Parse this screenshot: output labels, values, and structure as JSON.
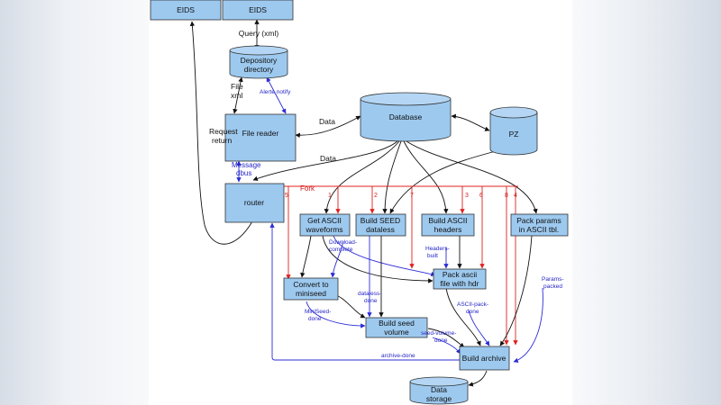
{
  "nodes": {
    "eids1": "EIDS",
    "eids2": "EIDS",
    "depository": [
      "Depository",
      "directory"
    ],
    "file_reader": "File reader",
    "database": "Database",
    "pz": "PZ",
    "router": "router",
    "get_ascii": [
      "Get ASCII",
      "waveforms"
    ],
    "build_seed_dataless": [
      "Build SEED",
      "dataless"
    ],
    "build_ascii_headers": [
      "Build ASCII",
      "headers"
    ],
    "pack_params": [
      "Pack params",
      "in ASCII tbl."
    ],
    "pack_ascii": [
      "Pack ascii",
      "file with hdr"
    ],
    "convert_miniseed": [
      "Convert to",
      "miniseed"
    ],
    "build_seed_volume": [
      "Build seed",
      "volume"
    ],
    "build_archive": "Build archive",
    "data_storage": [
      "Data",
      "storage"
    ]
  },
  "edge_labels": {
    "query": "Query (xml)",
    "file_xml": [
      "File",
      "xml"
    ],
    "alerte_notify": "Alerte notify",
    "data_top": "Data",
    "data_mid": "Data",
    "request_return": [
      "Request",
      "return"
    ],
    "message_dbus": [
      "Message",
      "dbus"
    ],
    "fork": "Fork",
    "download_complete": [
      "Download-",
      "complete"
    ],
    "headers_built": [
      "Headers-",
      "built"
    ],
    "params_packed": [
      "Params-",
      "packed"
    ],
    "dataless_done": [
      "dataless-",
      "done"
    ],
    "ascii_pack_done": [
      "ASCII-pack-",
      "done"
    ],
    "miniseed_done": [
      "MiniSeed-",
      "done"
    ],
    "seed_volume_done": [
      "seed-volume-",
      "done"
    ],
    "archive_done": "archive-done"
  },
  "fork_numbers": [
    "5",
    "1",
    "2",
    "7",
    "3",
    "6",
    "8",
    "4"
  ],
  "colors": {
    "node_fill": "#9dc9ef",
    "control_flow": "#2b2bd6",
    "fork_flow": "#e02020",
    "data_flow": "#111111"
  }
}
